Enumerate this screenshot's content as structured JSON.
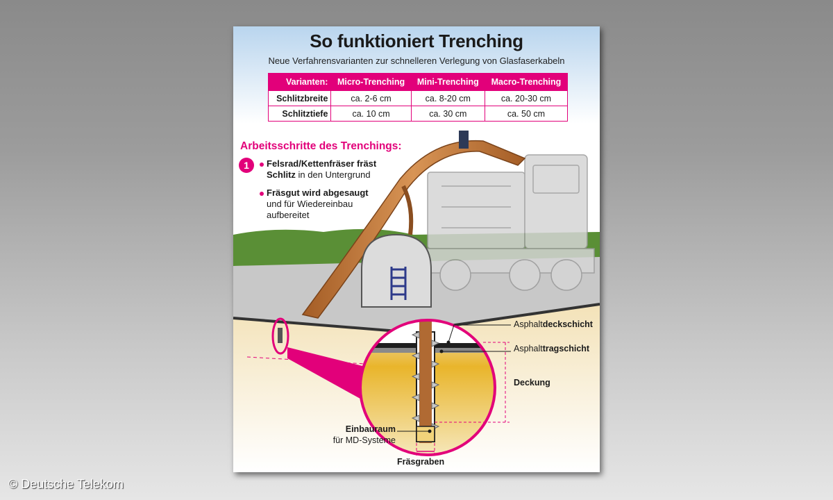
{
  "header": {
    "title": "So funktioniert Trenching",
    "subtitle": "Neue Verfahrensvarianten zur schnelleren Verlegung von Glasfaserkabeln"
  },
  "table": {
    "corner": "Varianten:",
    "columns": [
      "Micro-Trenching",
      "Mini-Trenching",
      "Macro-Trenching"
    ],
    "rows": [
      {
        "label": "Schlitzbreite",
        "values": [
          "ca. 2-6 cm",
          "ca. 8-20 cm",
          "ca. 20-30 cm"
        ]
      },
      {
        "label": "Schlitztiefe",
        "values": [
          "ca. 10 cm",
          "ca. 30 cm",
          "ca. 50 cm"
        ]
      }
    ]
  },
  "steps": {
    "title": "Arbeitsschritte des Trenchings:",
    "number": "1",
    "items": [
      {
        "bold": "Felsrad/Kettenfräser fräst",
        "bold2": "Schlitz",
        "rest": " in den Untergrund"
      },
      {
        "bold": "Fräsgut wird abgesaugt",
        "rest1": "und für Wiedereinbau",
        "rest2": "aufbereitet"
      }
    ]
  },
  "labels": {
    "asphalt_top_prefix": "Asphalt",
    "asphalt_top_bold": "deckschicht",
    "asphalt_base_prefix": "Asphalt",
    "asphalt_base_bold": "tragschicht",
    "cover": "Deckung",
    "install_space": "Einbauraum",
    "install_space_sub": "für MD-Systeme",
    "trench": "Fräsgraben"
  },
  "copyright": "© Deutsche Telekom",
  "colors": {
    "accent": "#e2007a",
    "sky": "#cfe3f3",
    "grass": "#5a8f36",
    "road": "#c8c8c8",
    "soil": "#e7b830",
    "machine": "#c47a3c"
  }
}
